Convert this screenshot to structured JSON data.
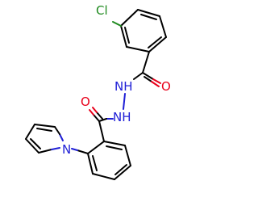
{
  "molecule": {
    "atoms": {
      "chlorine": "Cl",
      "carbonyl_oxygen_top": "O",
      "hydrazide_nh_top": "NH",
      "hydrazide_nh_bottom": "NH",
      "carbonyl_oxygen_bottom": "O",
      "pyrrole_nitrogen": "N"
    },
    "colors": {
      "bond": "#000000",
      "oxygen": "#e8001a",
      "nitrogen": "#1f1fd6",
      "chlorine": "#1e8a1e"
    }
  }
}
